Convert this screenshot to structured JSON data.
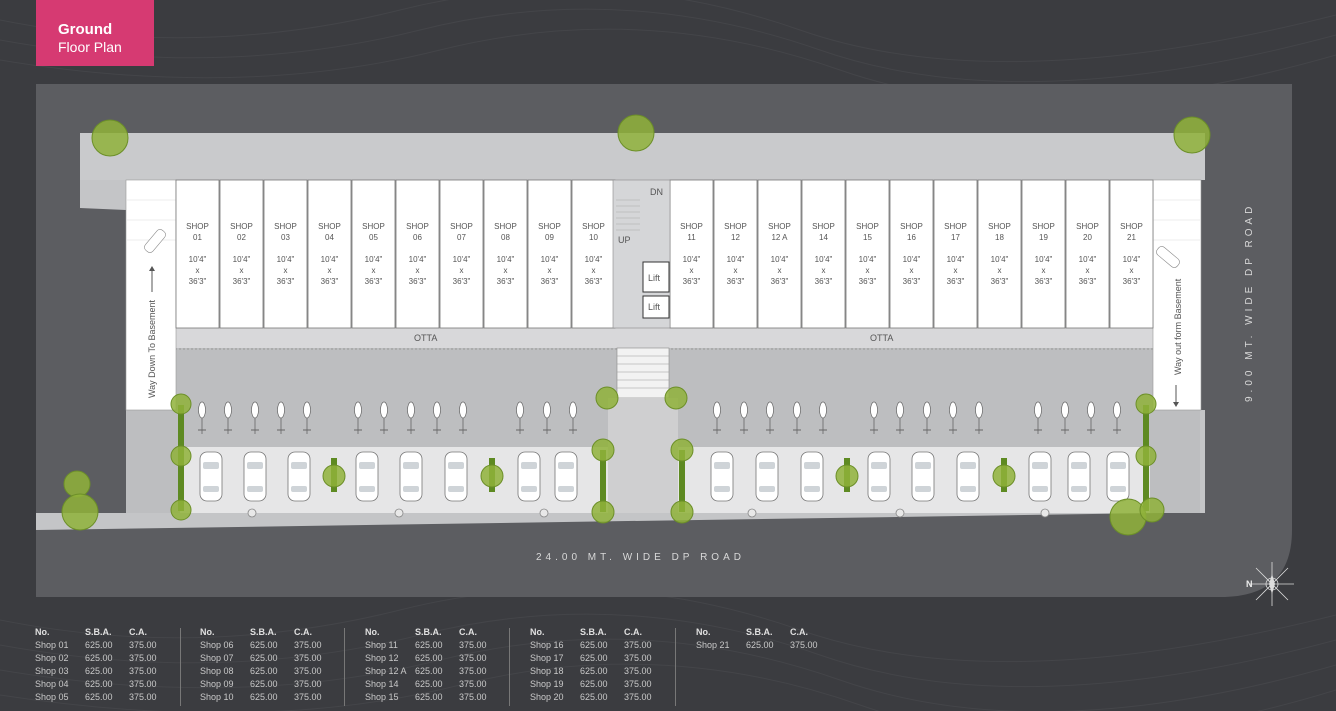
{
  "title": {
    "line1": "Ground",
    "line2": "Floor Plan"
  },
  "shops_top": [
    {
      "label": "SHOP\n01",
      "dim": "10'4\"\nx\n36'3\""
    },
    {
      "label": "SHOP\n02",
      "dim": "10'4\"\nx\n36'3\""
    },
    {
      "label": "SHOP\n03",
      "dim": "10'4\"\nx\n36'3\""
    },
    {
      "label": "SHOP\n04",
      "dim": "10'4\"\nx\n36'3\""
    },
    {
      "label": "SHOP\n05",
      "dim": "10'4\"\nx\n36'3\""
    },
    {
      "label": "SHOP\n06",
      "dim": "10'4\"\nx\n36'3\""
    },
    {
      "label": "SHOP\n07",
      "dim": "10'4\"\nx\n36'3\""
    },
    {
      "label": "SHOP\n08",
      "dim": "10'4\"\nx\n36'3\""
    },
    {
      "label": "SHOP\n09",
      "dim": "10'4\"\nx\n36'3\""
    },
    {
      "label": "SHOP\n10",
      "dim": "10'4\"\nx\n36'3\""
    },
    {
      "label": "SHOP\n11",
      "dim": "10'4\"\nx\n36'3\""
    },
    {
      "label": "SHOP\n12",
      "dim": "10'4\"\nx\n36'3\""
    },
    {
      "label": "SHOP\n12 A",
      "dim": "10'4\"\nx\n36'3\""
    },
    {
      "label": "SHOP\n14",
      "dim": "10'4\"\nx\n36'3\""
    },
    {
      "label": "SHOP\n15",
      "dim": "10'4\"\nx\n36'3\""
    },
    {
      "label": "SHOP\n16",
      "dim": "10'4\"\nx\n36'3\""
    },
    {
      "label": "SHOP\n17",
      "dim": "10'4\"\nx\n36'3\""
    },
    {
      "label": "SHOP\n18",
      "dim": "10'4\"\nx\n36'3\""
    },
    {
      "label": "SHOP\n19",
      "dim": "10'4\"\nx\n36'3\""
    },
    {
      "label": "SHOP\n20",
      "dim": "10'4\"\nx\n36'3\""
    },
    {
      "label": "SHOP\n21",
      "dim": "10'4\"\nx\n36'3\""
    }
  ],
  "labels": {
    "dn": "DN",
    "up": "UP",
    "lift": "Lift",
    "otta": "OTTA",
    "way_down": "Way Down To Basement",
    "way_out": "Way out form Basement",
    "road_front": "24.00 MT. WIDE DP ROAD",
    "road_side": "9.00 MT. WIDE DP ROAD",
    "north": "N"
  },
  "table": {
    "headers": [
      "No.",
      "S.B.A.",
      "C.A."
    ],
    "groups": [
      [
        [
          "Shop 01",
          "625.00",
          "375.00"
        ],
        [
          "Shop 02",
          "625.00",
          "375.00"
        ],
        [
          "Shop 03",
          "625.00",
          "375.00"
        ],
        [
          "Shop 04",
          "625.00",
          "375.00"
        ],
        [
          "Shop 05",
          "625.00",
          "375.00"
        ]
      ],
      [
        [
          "Shop 06",
          "625.00",
          "375.00"
        ],
        [
          "Shop 07",
          "625.00",
          "375.00"
        ],
        [
          "Shop 08",
          "625.00",
          "375.00"
        ],
        [
          "Shop 09",
          "625.00",
          "375.00"
        ],
        [
          "Shop 10",
          "625.00",
          "375.00"
        ]
      ],
      [
        [
          "Shop 11",
          "625.00",
          "375.00"
        ],
        [
          "Shop 12",
          "625.00",
          "375.00"
        ],
        [
          "Shop 12 A",
          "625.00",
          "375.00"
        ],
        [
          "Shop 14",
          "625.00",
          "375.00"
        ],
        [
          "Shop 15",
          "625.00",
          "375.00"
        ]
      ],
      [
        [
          "Shop 16",
          "625.00",
          "375.00"
        ],
        [
          "Shop 17",
          "625.00",
          "375.00"
        ],
        [
          "Shop 18",
          "625.00",
          "375.00"
        ],
        [
          "Shop 19",
          "625.00",
          "375.00"
        ],
        [
          "Shop 20",
          "625.00",
          "375.00"
        ]
      ],
      [
        [
          "Shop 21",
          "625.00",
          "375.00"
        ]
      ]
    ]
  },
  "colors": {
    "accent": "#d63a72",
    "tree": "#8fb23a",
    "road": "#5a5b5f",
    "building": "#ffffff"
  }
}
